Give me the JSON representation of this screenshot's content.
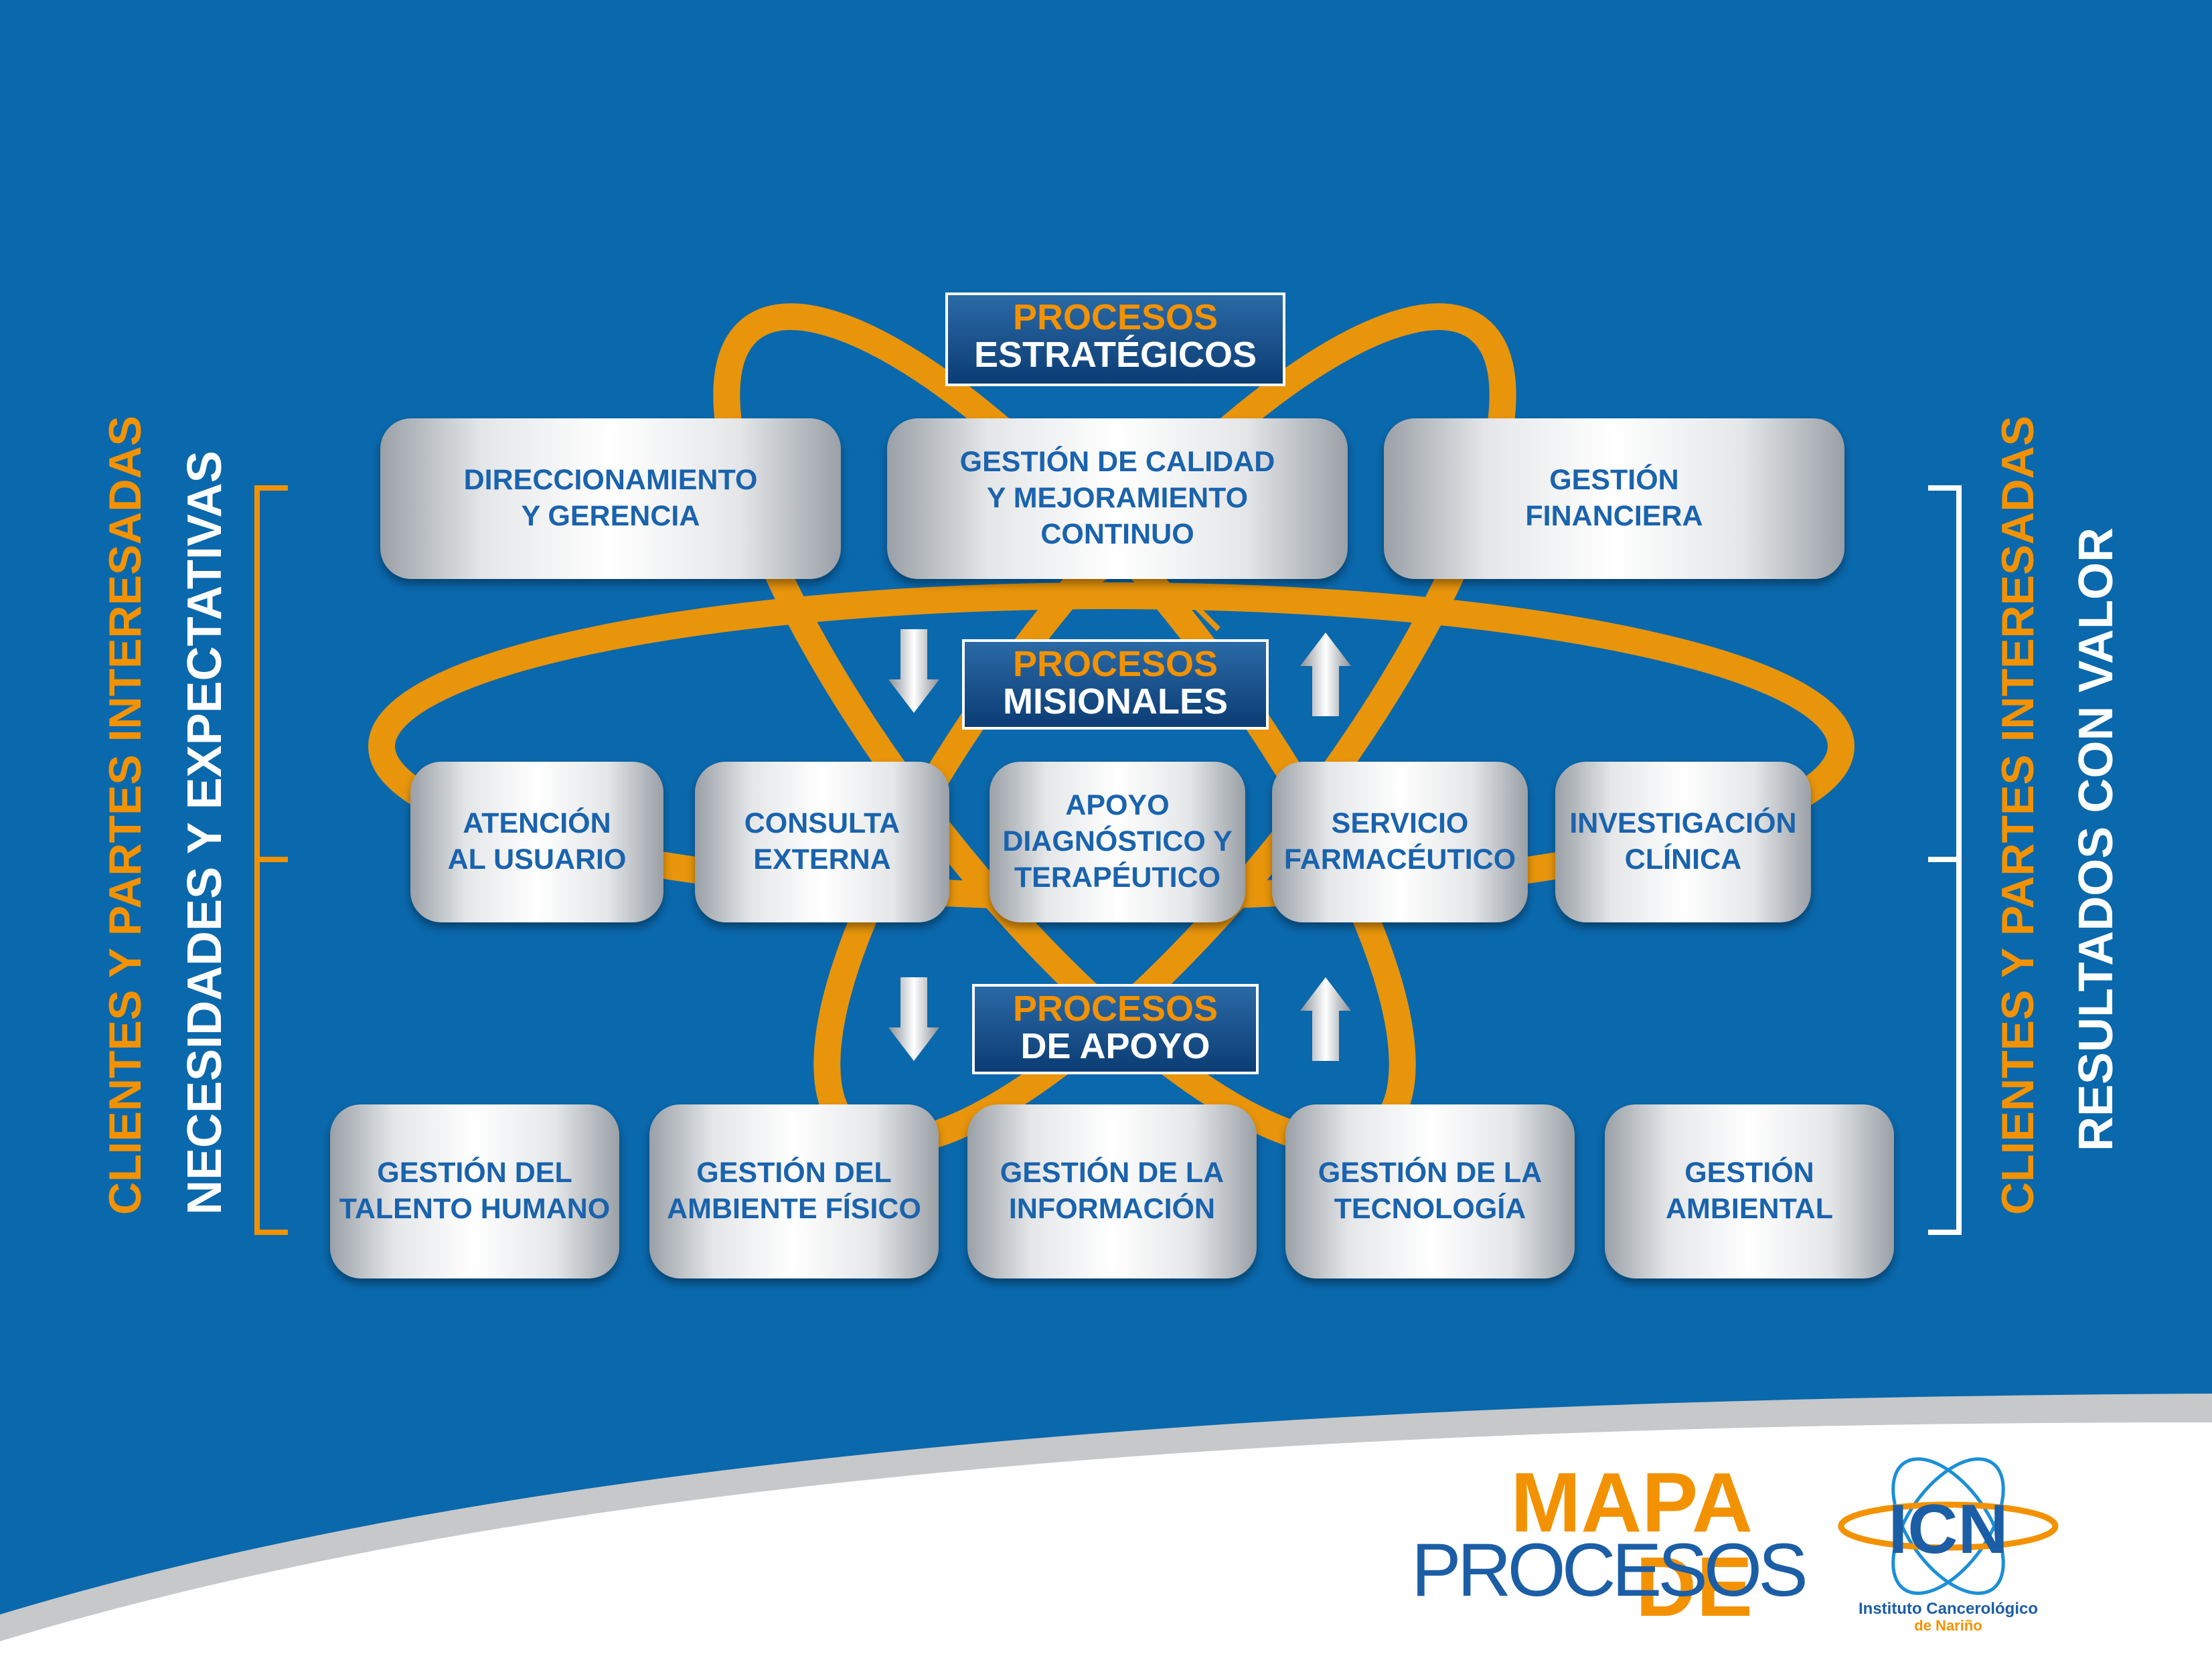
{
  "sections": {
    "estrategicos": {
      "line1": "PROCESOS",
      "line2": "ESTRATÉGICOS"
    },
    "misionales": {
      "line1": "PROCESOS",
      "line2": "MISIONALES"
    },
    "apoyo": {
      "line1": "PROCESOS",
      "line2": "DE APOYO"
    }
  },
  "estrategicos": [
    "DIRECCIONAMIENTO\nY GERENCIA",
    "GESTIÓN DE CALIDAD\nY MEJORAMIENTO\nCONTINUO",
    "GESTIÓN\nFINANCIERA"
  ],
  "misionales": [
    "ATENCIÓN\nAL USUARIO",
    "CONSULTA\nEXTERNA",
    "APOYO\nDIAGNÓSTICO Y\nTERAPÉUTICO",
    "SERVICIO\nFARMACÉUTICO",
    "INVESTIGACIÓN\nCLÍNICA"
  ],
  "apoyo": [
    "GESTIÓN DEL\nTALENTO HUMANO",
    "GESTIÓN DEL\nAMBIENTE FÍSICO",
    "GESTIÓN DE LA\nINFORMACIÓN",
    "GESTIÓN DE LA\nTECNOLOGÍA",
    "GESTIÓN\nAMBIENTAL"
  ],
  "left_side": {
    "orange": "CLIENTES Y PARTES INTERESADAS",
    "white": "NECESIDADES Y EXPECTATIVAS"
  },
  "right_side": {
    "orange": "CLIENTES Y PARTES INTERESADAS",
    "white": "RESULTADOS CON VALOR"
  },
  "title": {
    "line1": "MAPA DE",
    "line2": "PROCESOS"
  },
  "logo": {
    "acronym": "ICN",
    "line1": "Instituto Cancerológico",
    "line2": "de Nariño"
  },
  "colors": {
    "background": "#0a68ac",
    "accent": "#f39200",
    "box_text": "#1a63ad",
    "title_blue": "#1b5ea6"
  }
}
